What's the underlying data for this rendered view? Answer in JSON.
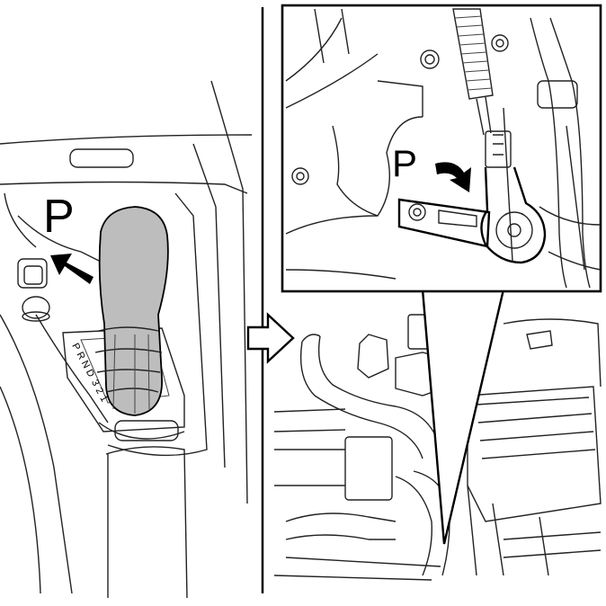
{
  "diagram": {
    "left_panel": {
      "position_label": "P",
      "gate_positions": [
        "P",
        "R",
        "N",
        "D",
        "3",
        "2",
        "1"
      ],
      "knob_color": "#bdbdbd"
    },
    "inset": {
      "position_label": "P"
    },
    "icons": {
      "shift_direction": "arrow-up-left-icon",
      "lever_direction": "arrow-curved-down-icon",
      "step_transition": "hollow-arrow-right-icon"
    },
    "colors": {
      "line": "#000000",
      "background": "#ffffff",
      "knob": "#bdbdbd"
    }
  }
}
